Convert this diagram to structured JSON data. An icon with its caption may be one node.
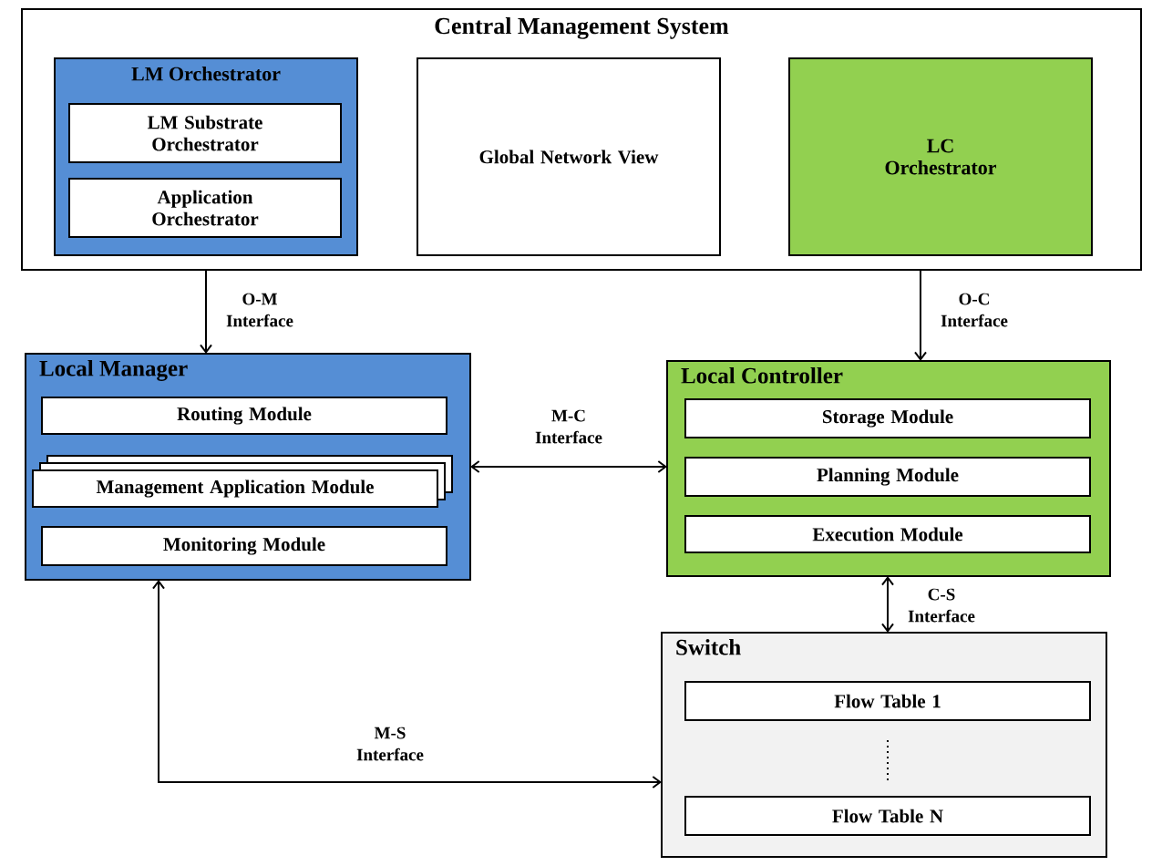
{
  "diagram": {
    "nodes": [
      {
        "text": [
          "Central Management System"
        ]
      },
      {
        "text": [
          "LM Orchestrator"
        ],
        "in": 0
      },
      {
        "text": [
          "LM Substrate Orchestrator"
        ],
        "in": 1
      },
      {
        "text": [
          "Application Orchestrator"
        ],
        "in": 1
      },
      {
        "text": [
          "Global Network View"
        ],
        "in": 0
      },
      {
        "text": [
          "LC Orchestrator"
        ],
        "in": 0
      },
      {
        "text": [
          "Local Manager"
        ]
      },
      {
        "text": [
          "Routing Module"
        ],
        "in": 6
      },
      {
        "text": [
          "Management Application Module"
        ],
        "in": 6
      },
      {
        "text": [
          "Monitoring Module"
        ],
        "in": 6
      },
      {
        "text": [
          "Local Controller"
        ]
      },
      {
        "text": [
          "Storage Module"
        ],
        "in": 10
      },
      {
        "text": [
          "Planning Module"
        ],
        "in": 10
      },
      {
        "text": [
          "Execution Module"
        ],
        "in": 10
      },
      {
        "text": [
          "Switch"
        ]
      },
      {
        "text": [
          "Flow Table 1"
        ],
        "in": 14
      },
      {
        "text": [
          "Flow Table N"
        ],
        "in": 14
      }
    ],
    "edges": [
      {
        "from": 0,
        "to": 6,
        "arrow": "to",
        "label": "O-M Interface"
      },
      {
        "from": 0,
        "to": 10,
        "arrow": "to",
        "label": "O-C Interface"
      },
      {
        "from": 6,
        "to": 10,
        "arrow": "both",
        "label": "M-C Interface"
      },
      {
        "from": 10,
        "to": 14,
        "arrow": "both",
        "label": "C-S Interface"
      },
      {
        "from": 6,
        "to": 14,
        "arrow": "both",
        "label": "M-S Interface"
      }
    ]
  }
}
